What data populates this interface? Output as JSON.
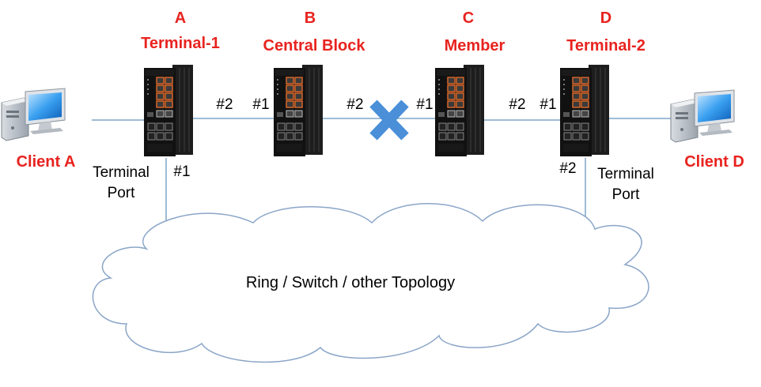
{
  "nodes": [
    {
      "letter": "A",
      "name": "Terminal-1"
    },
    {
      "letter": "B",
      "name": "Central Block"
    },
    {
      "letter": "C",
      "name": "Member"
    },
    {
      "letter": "D",
      "name": "Terminal-2"
    }
  ],
  "clients": {
    "a": "Client A",
    "d": "Client D"
  },
  "ports": {
    "a_right": "#2",
    "a_bottom": "#1",
    "b_left": "#1",
    "b_right": "#2",
    "c_left": "#1",
    "c_right": "#2",
    "d_left": "#1",
    "d_bottom": "#2"
  },
  "terminal_port": {
    "line1": "Terminal",
    "line2": "Port"
  },
  "cloud": {
    "label": "Ring / Switch / other Topology"
  },
  "colors": {
    "label_red": "#e8231f",
    "link_blue": "#7fa6c9",
    "break_x": "#4a8fd8",
    "cloud_stroke": "#8aa5c8"
  },
  "icons": {
    "client": "desktop-computer-icon",
    "switch": "industrial-switch-icon",
    "break": "link-break-x-icon"
  }
}
